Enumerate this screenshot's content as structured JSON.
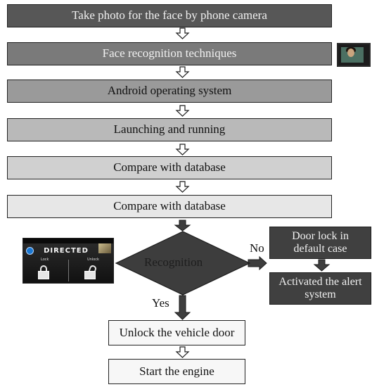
{
  "flowchart": {
    "steps": [
      "Take photo for the face by phone camera",
      "Face recognition techniques",
      "Android operating system",
      "Launching and running",
      "Compare with database",
      "Compare with database"
    ],
    "decision": "Recognition",
    "no_label": "No",
    "yes_label": "Yes",
    "right_branch": {
      "top": "Door lock in default case",
      "bottom": "Activated the alert system"
    },
    "bottom_steps": [
      "Unlock the vehicle door",
      "Start the engine"
    ]
  },
  "phone_screen": {
    "brand": "DIRECTED",
    "left_button": "Lock",
    "right_button": "Unlock"
  },
  "thumbnail": {
    "icon": "camera-face-icon"
  },
  "colors": {
    "step_1": "#575757",
    "step_2": "#7a7a7a",
    "step_3": "#9a9a9a",
    "step_4": "#b9b9b9",
    "step_5": "#d0d0d0",
    "step_6": "#e7e7e7",
    "decision": "#3d3d3d",
    "right_branch": "#404040",
    "white_box": "#f7f7f7"
  }
}
